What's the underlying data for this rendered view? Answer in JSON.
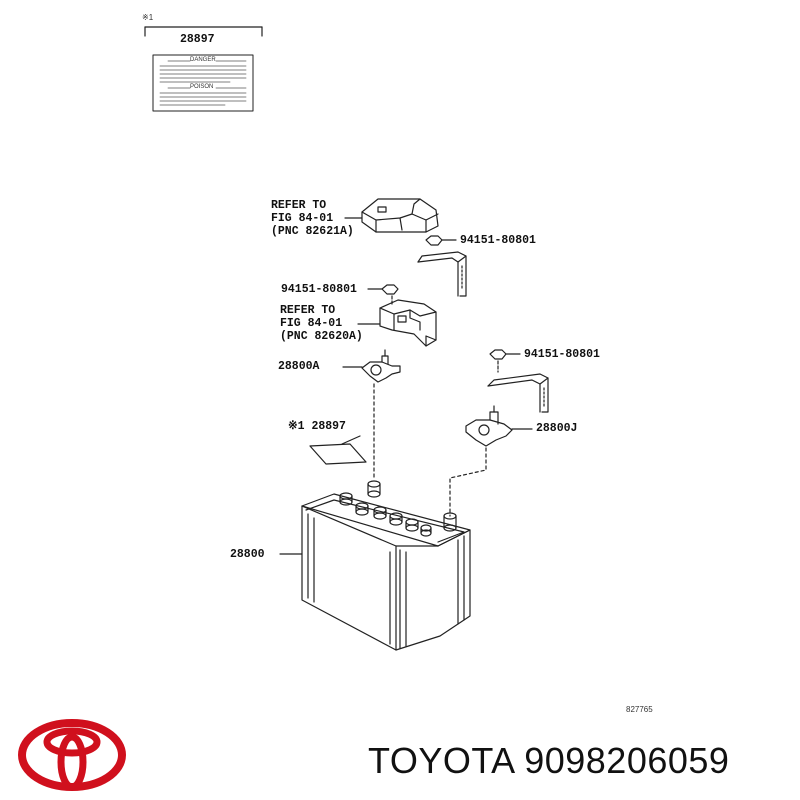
{
  "diagram": {
    "top_label": {
      "mark": "※1",
      "code": "28897"
    },
    "warning_card": {
      "line1": "DANGER",
      "line2": "POISON"
    },
    "refer_upper": {
      "line1": "REFER TO",
      "line2": "FIG 84-01",
      "line3": "(PNC 82621A)"
    },
    "refer_lower": {
      "line1": "REFER TO",
      "line2": "FIG 84-01",
      "line3": "(PNC 82620A)"
    },
    "nut_upper": "94151-80801",
    "nut_left": "94151-80801",
    "nut_right": "94151-80801",
    "terminal_negative": "28800A",
    "terminal_positive": "28800J",
    "label_card": "※1 28897",
    "battery": "28800",
    "diagram_id": "827765"
  },
  "footer": {
    "brand": "TOYOTA",
    "part_number": "9098206059",
    "logo_color": "#d0101d"
  }
}
